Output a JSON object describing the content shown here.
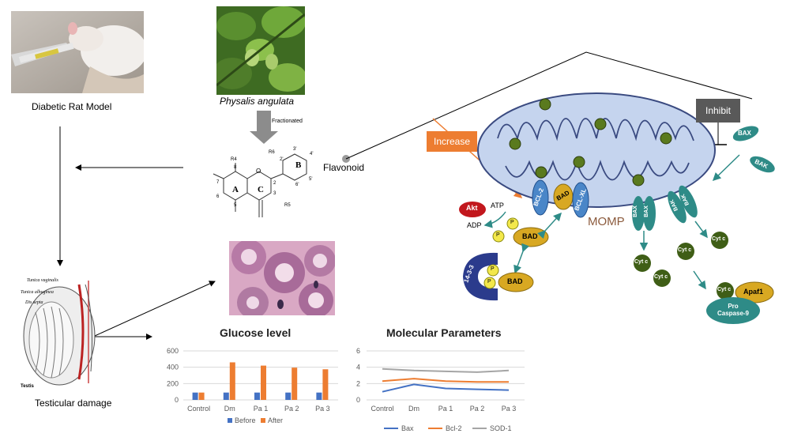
{
  "labels": {
    "rat_model": "Diabetic Rat Model",
    "plant": "Physalis angulata",
    "fractionated": "Fractionated",
    "flavonoid": "Flavonoid",
    "testicular": "Testicular damage",
    "increase": "Increase",
    "inhibit": "Inhibit",
    "momp": "MOMP",
    "akt": "Akt",
    "atp": "ATP",
    "adp": "ADP",
    "p": "P",
    "bad": "BAD",
    "bcl2": "BCL-2",
    "bclxl": "BCL-XL",
    "bax": "BAX",
    "bak": "BAK",
    "cytc": "Cyt c",
    "apaf1": "Apaf1",
    "procasp": "Pro Caspase-9",
    "p1433": "14-3-3"
  },
  "testis_labels": {
    "tunica_vaginalis": "Tunica vaginalis",
    "tunica_albuginea": "Tunica albuginea",
    "septa": "Dis septa",
    "testis": "Testis"
  },
  "chem_labels": {
    "r4": "R4",
    "r5": "R5",
    "r6": "R6",
    "ring_a": "A",
    "ring_b": "B",
    "ring_c": "C",
    "o": "O",
    "n8": "8",
    "n7": "7",
    "n6": "6",
    "n5": "5",
    "n2": "2",
    "n3": "3",
    "n2p": "2'",
    "n3p": "3'",
    "n4p": "4'",
    "n5p": "5'",
    "n6p": "6'"
  },
  "colors": {
    "orange": "#ed7d31",
    "blue": "#4472c4",
    "gray": "#a5a5a5",
    "teal": "#2e8b87",
    "mito": "#c5d4ee",
    "olive": "#5a7a1e",
    "yellow": "#f2c12e"
  },
  "chart_data": [
    {
      "type": "bar",
      "title": "Glucose level",
      "categories": [
        "Control",
        "Dm",
        "Pa 1",
        "Pa 2",
        "Pa 3"
      ],
      "series": [
        {
          "name": "Before",
          "values": [
            90,
            90,
            90,
            90,
            90
          ]
        },
        {
          "name": "After",
          "values": [
            90,
            460,
            420,
            395,
            375
          ]
        }
      ],
      "ylim": [
        0,
        600
      ],
      "yticks": [
        "0",
        "200",
        "400",
        "600"
      ],
      "grid": true,
      "legend": "bottom"
    },
    {
      "type": "line",
      "title": "Molecular Parameters",
      "categories": [
        "Control",
        "Dm",
        "Pa 1",
        "Pa 2",
        "Pa 3"
      ],
      "series": [
        {
          "name": "Bax",
          "values": [
            1.0,
            1.9,
            1.4,
            1.3,
            1.2
          ]
        },
        {
          "name": "Bcl-2",
          "values": [
            2.3,
            2.6,
            2.3,
            2.2,
            2.2
          ]
        },
        {
          "name": "SOD-1",
          "values": [
            3.8,
            3.6,
            3.5,
            3.4,
            3.6
          ]
        }
      ],
      "ylim": [
        0,
        6
      ],
      "yticks": [
        "0",
        "2",
        "4",
        "6"
      ],
      "grid": true,
      "legend": "bottom"
    }
  ]
}
